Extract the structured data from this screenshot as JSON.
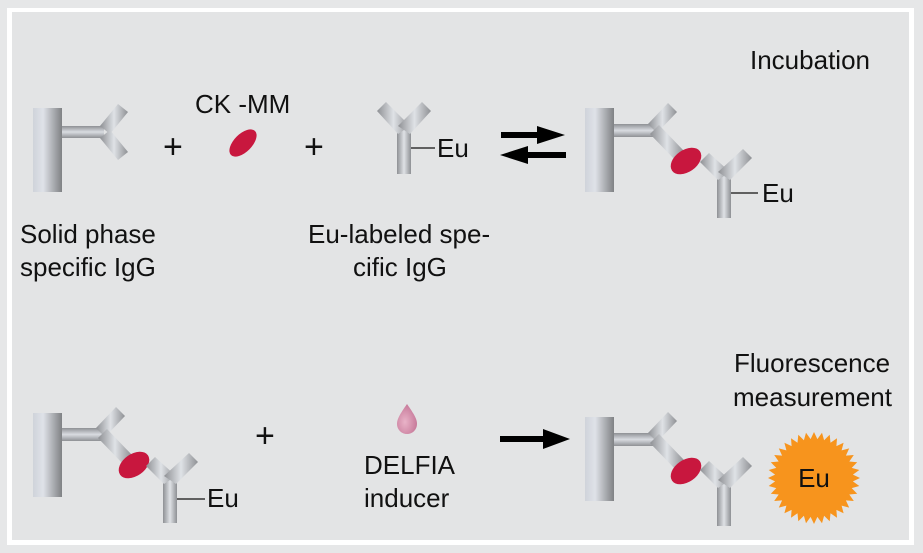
{
  "diagram": {
    "title": "DELFIA immunoassay principle (CK-MM)",
    "colors": {
      "background": "#e3e4e5",
      "frame": "#ffffff",
      "antibody_gray": "#b8babd",
      "antigen_red": "#c8173e",
      "inducer_pink": "#d88fad",
      "fluorescence_orange": "#f7941d",
      "text": "#111111"
    },
    "row1": {
      "step_label": "Incubation",
      "solid_phase_label_line1": "Solid phase",
      "solid_phase_label_line2": "specific IgG",
      "plus_1": "+",
      "antigen_label": "CK -MM",
      "plus_2": "+",
      "eu_tag": "Eu",
      "labeled_igg_line1": "Eu-labeled spe-",
      "labeled_igg_line2": "cific IgG",
      "equilibrium_arrow": "reversible-arrows",
      "complex_eu_tag": "Eu"
    },
    "row2": {
      "complex_eu_tag": "Eu",
      "plus": "+",
      "inducer_line1": "DELFIA",
      "inducer_line2": "inducer",
      "arrow": "forward-arrow",
      "step_label_line1": "Fluorescence",
      "step_label_line2": "measurement",
      "fluorescence_label": "Eu"
    }
  }
}
